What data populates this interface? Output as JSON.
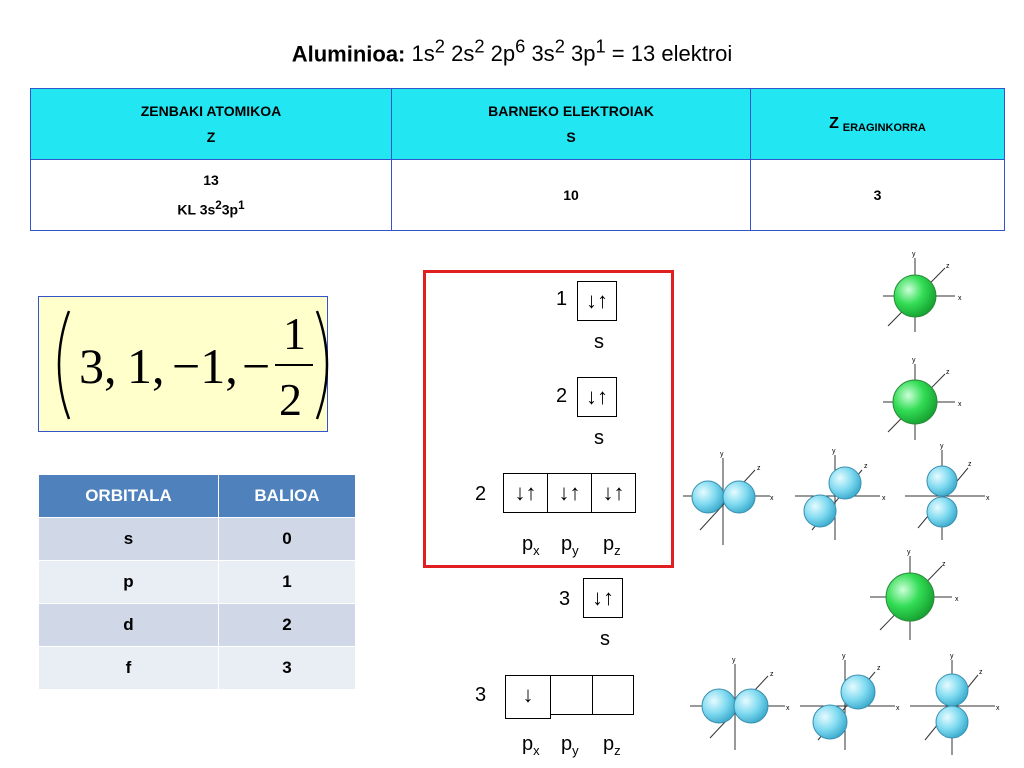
{
  "title": {
    "bold": "Aluminioa:",
    "config_html": "1s<sup>2</sup> 2s<sup>2</sup> 2p<sup>6</sup> 3s<sup>2</sup> 3p<sup>1</sup> = 13 elektroi"
  },
  "top_table": {
    "col1_header_1": "ZENBAKI ATOMIKOA",
    "col1_header_2": "Z",
    "col2_header_1": "BARNEKO ELEKTROIAK",
    "col2_header_2": "S",
    "col3_header_z": "Z",
    "col3_header_sub": "ERAGINKORRA",
    "row_z": "13",
    "row_config_html": "KL 3s<sup>2</sup>3p<sup>1</sup>",
    "row_s": "10",
    "row_zeff": "3"
  },
  "quantum_numbers": {
    "n": "3,",
    "l": "1,",
    "ml": "−1,",
    "minus": "−",
    "ms_num": "1",
    "ms_den": "2"
  },
  "orbital_table": {
    "headers": [
      "ORBITALA",
      "BALIOA"
    ],
    "rows": [
      [
        "s",
        "0"
      ],
      [
        "p",
        "1"
      ],
      [
        "d",
        "2"
      ],
      [
        "f",
        "3"
      ]
    ]
  },
  "diagram": {
    "shell_1s": {
      "n": "1",
      "box": "↓↑",
      "label": "s"
    },
    "shell_2s": {
      "n": "2",
      "box": "↓↑",
      "label": "s"
    },
    "shell_2p": {
      "n": "2",
      "boxes": [
        "↓↑",
        "↓↑",
        "↓↑"
      ],
      "labels": [
        "p",
        "p",
        "p"
      ],
      "subs": [
        "x",
        "y",
        "z"
      ]
    },
    "shell_3s": {
      "n": "3",
      "box": "↓↑",
      "label": "s"
    },
    "shell_3p": {
      "n": "3",
      "boxes": [
        "↓",
        "",
        ""
      ],
      "labels": [
        "p",
        "p",
        "p"
      ],
      "subs": [
        "x",
        "y",
        "z"
      ]
    }
  },
  "axis_labels": {
    "x": "x",
    "y": "y",
    "z": "z"
  },
  "colors": {
    "header_cyan": "#22e6f2",
    "table_blue": "#4f81bd",
    "frame_red": "#e02020",
    "s_orbital": "#33dd55",
    "p_orbital": "#55ccee"
  }
}
